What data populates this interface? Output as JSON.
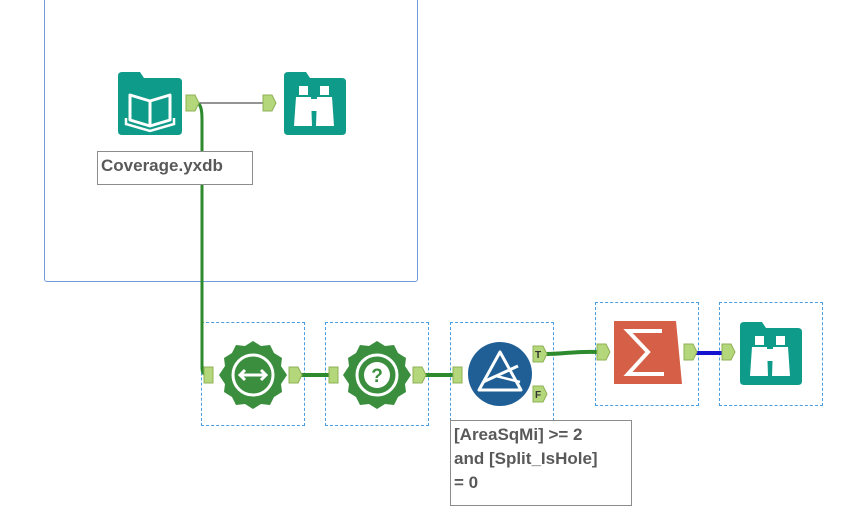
{
  "canvas": {
    "background": "#ffffff"
  },
  "colors": {
    "teal": "#0e9b89",
    "green": "#3a8e3d",
    "blue": "#1f5f96",
    "orange": "#d55f47",
    "anchor": "#b5d77c",
    "connection": "#2d8a2d",
    "connection_blue": "#1414d0",
    "connection_thin": "#555555",
    "selection": "#4a9ee0"
  },
  "tools": [
    {
      "id": "input",
      "icon": "input-data-book-icon",
      "annotation": "Coverage.yxdb"
    },
    {
      "id": "browse1",
      "icon": "browse-binoculars-icon",
      "annotation": ""
    },
    {
      "id": "poly-split",
      "icon": "poly-split-icon",
      "annotation": ""
    },
    {
      "id": "spatial-info",
      "icon": "spatial-info-icon",
      "annotation": ""
    },
    {
      "id": "filter",
      "icon": "filter-icon",
      "annotation": "[AreaSqMi] >= 2 and [Split_IsHole] = 0",
      "anchor_true": "T",
      "anchor_false": "F"
    },
    {
      "id": "summarize",
      "icon": "summarize-sigma-icon",
      "annotation": ""
    },
    {
      "id": "browse2",
      "icon": "browse-binoculars-icon",
      "annotation": ""
    }
  ],
  "annotations": {
    "input_label": "Coverage.yxdb",
    "filter_line1": "[AreaSqMi] >= 2",
    "filter_line2": "and [Split_IsHole]",
    "filter_line3": "= 0"
  },
  "anchors": {
    "true_label": "T",
    "false_label": "F"
  }
}
